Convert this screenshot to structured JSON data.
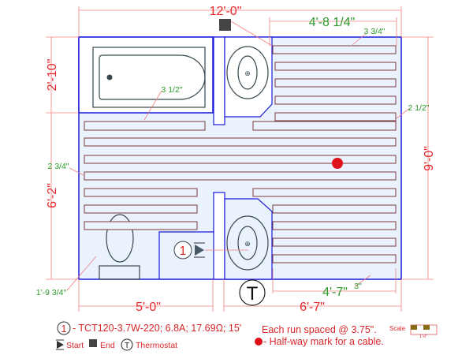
{
  "dimensions": {
    "overall_width": "12'-0\"",
    "overall_height": "9'-0\"",
    "top_right_run_width": "4'-8 1/4\"",
    "top_right_gap": "3 3/4\"",
    "right_gap": "2 1/2\"",
    "left_upper_height": "2'-10\"",
    "left_lower_height": "6'-2\"",
    "left_gap": "2 3/4\"",
    "tub_gap": "3 1/2\"",
    "toilet_offset": "1'-9 3/4\"",
    "bottom_left_width": "5'-0\"",
    "bottom_right_width": "6'-7\"",
    "bottom_right_run_width": "4'-7\"",
    "bottom_gap": "3\""
  },
  "markers": {
    "cable_number": "1",
    "thermostat_symbol": "T"
  },
  "legend": {
    "cable_number": "1",
    "cable_spec": "- TCT120-3.7W-220; 6.8A; 17.69Ω; 15'",
    "spacing_note": "Each run spaced @ 3.75\".",
    "halfway_note": "- Half-way mark for a cable.",
    "start_label": "Start",
    "end_label": "End",
    "thermostat_symbol": "T",
    "thermostat_label": "Thermostat",
    "scale_label": "Scale",
    "scale_unit": "1'-0\""
  },
  "colors": {
    "room_outline": "#1a1adb",
    "room_fill": "#eaf2fd",
    "cable": "#7a3b3b",
    "dimension": "#e8262a",
    "sub_dimension": "#2a9a2a",
    "halfway_dot": "#e0101a"
  }
}
